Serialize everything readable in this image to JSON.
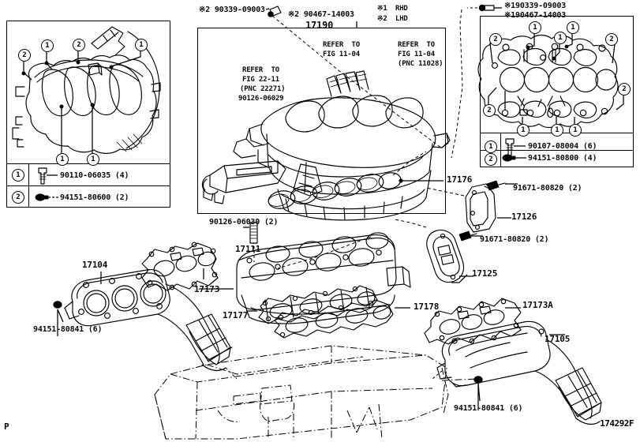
{
  "diagram": {
    "number": "174292F",
    "page_mark": "P",
    "title_part": "17190"
  },
  "notes": {
    "rhd": "※1  RHD",
    "lhd": "※2  LHD"
  },
  "top_callouts": {
    "left_bolt": "※2 90339-09003",
    "left_bolt2": "※2 90467-14003",
    "right_bolt": "※190339-09003",
    "right_bolt2": "※190467-14003"
  },
  "refer_notes": {
    "fig2211_l1": "REFER  TO",
    "fig2211_l2": "FIG 22-11",
    "fig2211_l3": "(PNC 22271)",
    "fig2211_part": "90126-06029",
    "fig1104a_l1": "REFER  TO",
    "fig1104a_l2": "FIG 11-04",
    "fig1104b_l1": "REFER  TO",
    "fig1104b_l2": "FIG 11-04",
    "fig1104b_l3": "(PNC 11028)"
  },
  "panel_left": {
    "legend": [
      {
        "mark": "1",
        "part": "90110-06035 (4)",
        "icon": "bolt-icon"
      },
      {
        "mark": "2",
        "part": "94151-80600 (2)",
        "icon": "stud-icon"
      }
    ],
    "balloons": [
      "1",
      "2",
      "1",
      "2",
      "1",
      "1"
    ]
  },
  "panel_right": {
    "legend": [
      {
        "mark": "1",
        "part": "90107-08004 (6)",
        "icon": "bolt-icon"
      },
      {
        "mark": "2",
        "part": "94151-80800 (4)",
        "icon": "stud-icon"
      }
    ],
    "balloons": [
      "1",
      "1",
      "1",
      "2",
      "2",
      "2",
      "2",
      "1",
      "1",
      "1"
    ]
  },
  "parts": [
    {
      "id": "p17176",
      "label": "17176"
    },
    {
      "id": "p17111",
      "label": "17111"
    },
    {
      "id": "p90126",
      "label": "90126-06030 (2)"
    },
    {
      "id": "p17126",
      "label": "17126"
    },
    {
      "id": "p17125",
      "label": "17125"
    },
    {
      "id": "p91671a",
      "label": "91671-80820 (2)"
    },
    {
      "id": "p91671b",
      "label": "91671-80820 (2)"
    },
    {
      "id": "p17104",
      "label": "17104"
    },
    {
      "id": "p17173",
      "label": "17173"
    },
    {
      "id": "p94151a",
      "label": "94151-80841 (6)"
    },
    {
      "id": "p17177",
      "label": "17177"
    },
    {
      "id": "p17178",
      "label": "17178"
    },
    {
      "id": "p17173A",
      "label": "17173A"
    },
    {
      "id": "p17105",
      "label": "17105"
    },
    {
      "id": "p94151b",
      "label": "94151-80841 (6)"
    }
  ],
  "colors": {
    "line": "#000000",
    "background": "#ffffff"
  }
}
